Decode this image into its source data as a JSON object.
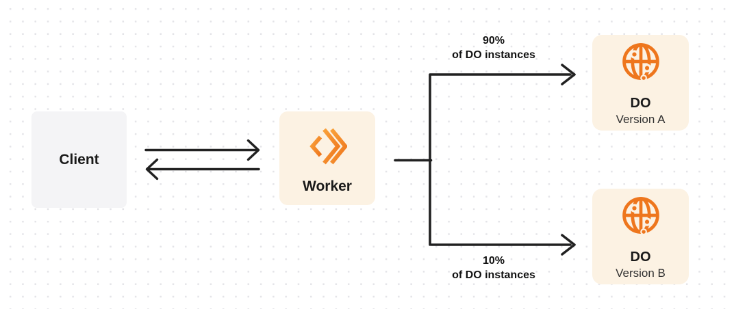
{
  "diagram": {
    "colors": {
      "background": "#ffffff",
      "dot_grid": "#e4e4e8",
      "line_dark": "#212121",
      "node_cream_bg": "#fcf2e3",
      "node_gray_bg": "#f4f4f6",
      "accent_orange": "#f6821f",
      "accent_orange_light": "#f9a13b",
      "accent_orange_dark": "#ee751c",
      "globe_orange": "#ee761d",
      "text_dark": "#1a1a1a",
      "text_subtitle": "#303030",
      "label_text": "#111111"
    },
    "client": {
      "label": "Client"
    },
    "worker": {
      "label": "Worker",
      "icon": "cloudflare-workers-icon"
    },
    "branch_top": {
      "percent": "90%",
      "caption": "of DO instances"
    },
    "branch_bottom": {
      "percent": "10%",
      "caption": "of DO instances"
    },
    "do_a": {
      "name": "DO",
      "version": "Version A",
      "icon": "durable-objects-globe-icon"
    },
    "do_b": {
      "name": "DO",
      "version": "Version B",
      "icon": "durable-objects-globe-icon"
    }
  }
}
